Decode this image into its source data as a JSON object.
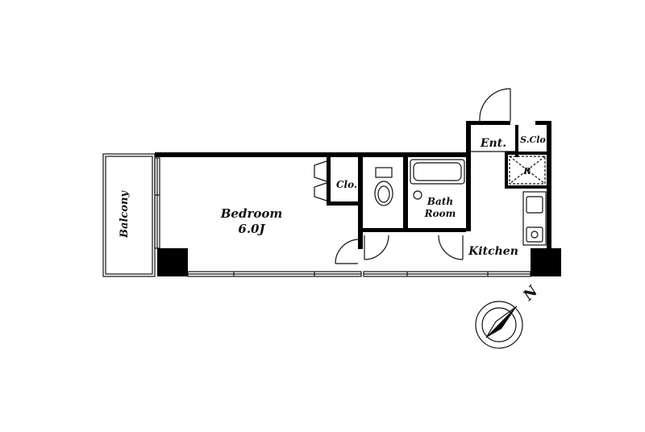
{
  "floorplan": {
    "rooms": {
      "balcony": "Balcony",
      "bedroom_name": "Bedroom",
      "bedroom_size": "6.0J",
      "closet": "Clo.",
      "bath_line1": "Bath",
      "bath_line2": "Room",
      "entrance": "Ent.",
      "shoe_closet": "S.Clo",
      "refrigerator": "R",
      "kitchen": "Kitchen"
    },
    "compass": {
      "north_label": "N"
    }
  }
}
